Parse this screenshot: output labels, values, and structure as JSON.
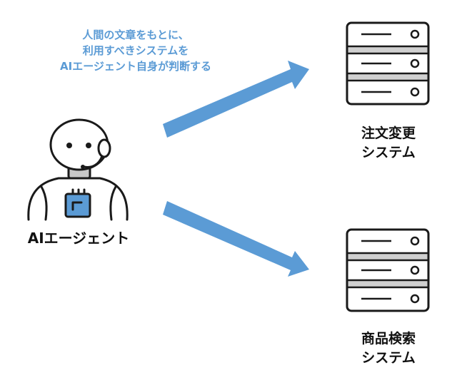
{
  "caption": {
    "line1": "人間の文章をもとに、",
    "line2": "利用すべきシステムを",
    "line3": "AIエージェント自身が判断する"
  },
  "agent": {
    "label": "AIエージェント"
  },
  "systems": [
    {
      "line1": "注文変更",
      "line2": "システム"
    },
    {
      "line1": "商品検索",
      "line2": "システム"
    }
  ],
  "colors": {
    "accent": "#5b9bd5",
    "outline": "#1a1a1a",
    "server_band": "#d0d0d0"
  },
  "icons": {
    "agent": "robot-with-headset-icon",
    "system": "server-rack-icon",
    "connector": "arrow-icon"
  }
}
